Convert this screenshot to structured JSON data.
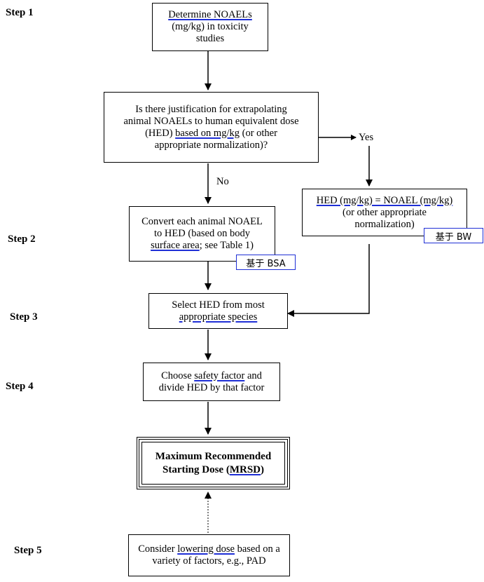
{
  "steps": [
    "Step 1",
    "Step 2",
    "Step 3",
    "Step 4",
    "Step 5"
  ],
  "boxes": {
    "noaels": {
      "line1": "Determine NOAELs",
      "line2": "(mg/kg) in toxicity",
      "line3": "studies"
    },
    "question": {
      "line1": "Is there justification for extrapolating",
      "line2": "animal NOAELs to human equivalent dose",
      "line3_pre": "(HED) ",
      "line3_u": "based on mg/kg",
      "line3_post": " (or other",
      "line4": "appropriate normalization)?"
    },
    "convert": {
      "line1": "Convert each animal NOAEL",
      "line2": "to HED (based on body",
      "line3_u": "surface area",
      "line3_post": "; see Table 1)"
    },
    "hed_bw": {
      "line1_u": "HED (mg/kg) = NOAEL (mg/kg)",
      "line2": "(or other appropriate",
      "line3": "normalization)"
    },
    "select": {
      "line1": "Select HED from most",
      "line2_u": "appropriate species"
    },
    "safety": {
      "line1_pre": "Choose ",
      "line1_u": "safety factor",
      "line1_post": " and",
      "line2": "divide HED by that factor"
    },
    "mrsd": {
      "line1": "Maximum Recommended",
      "line2_pre": "Starting Dose (",
      "line2_u": "MRSD",
      "line2_post": ")"
    },
    "lower": {
      "line1_pre": "Consider ",
      "line1_u": "lowering dose",
      "line1_post": " based on a",
      "line2": "variety of factors, e.g., PAD"
    }
  },
  "labels": {
    "yes": "Yes",
    "no": "No"
  },
  "tags": {
    "bsa": "基于 BSA",
    "bw": "基于 BW"
  },
  "colors": {
    "annotation": "#1f2fd6",
    "line": "#000000"
  }
}
